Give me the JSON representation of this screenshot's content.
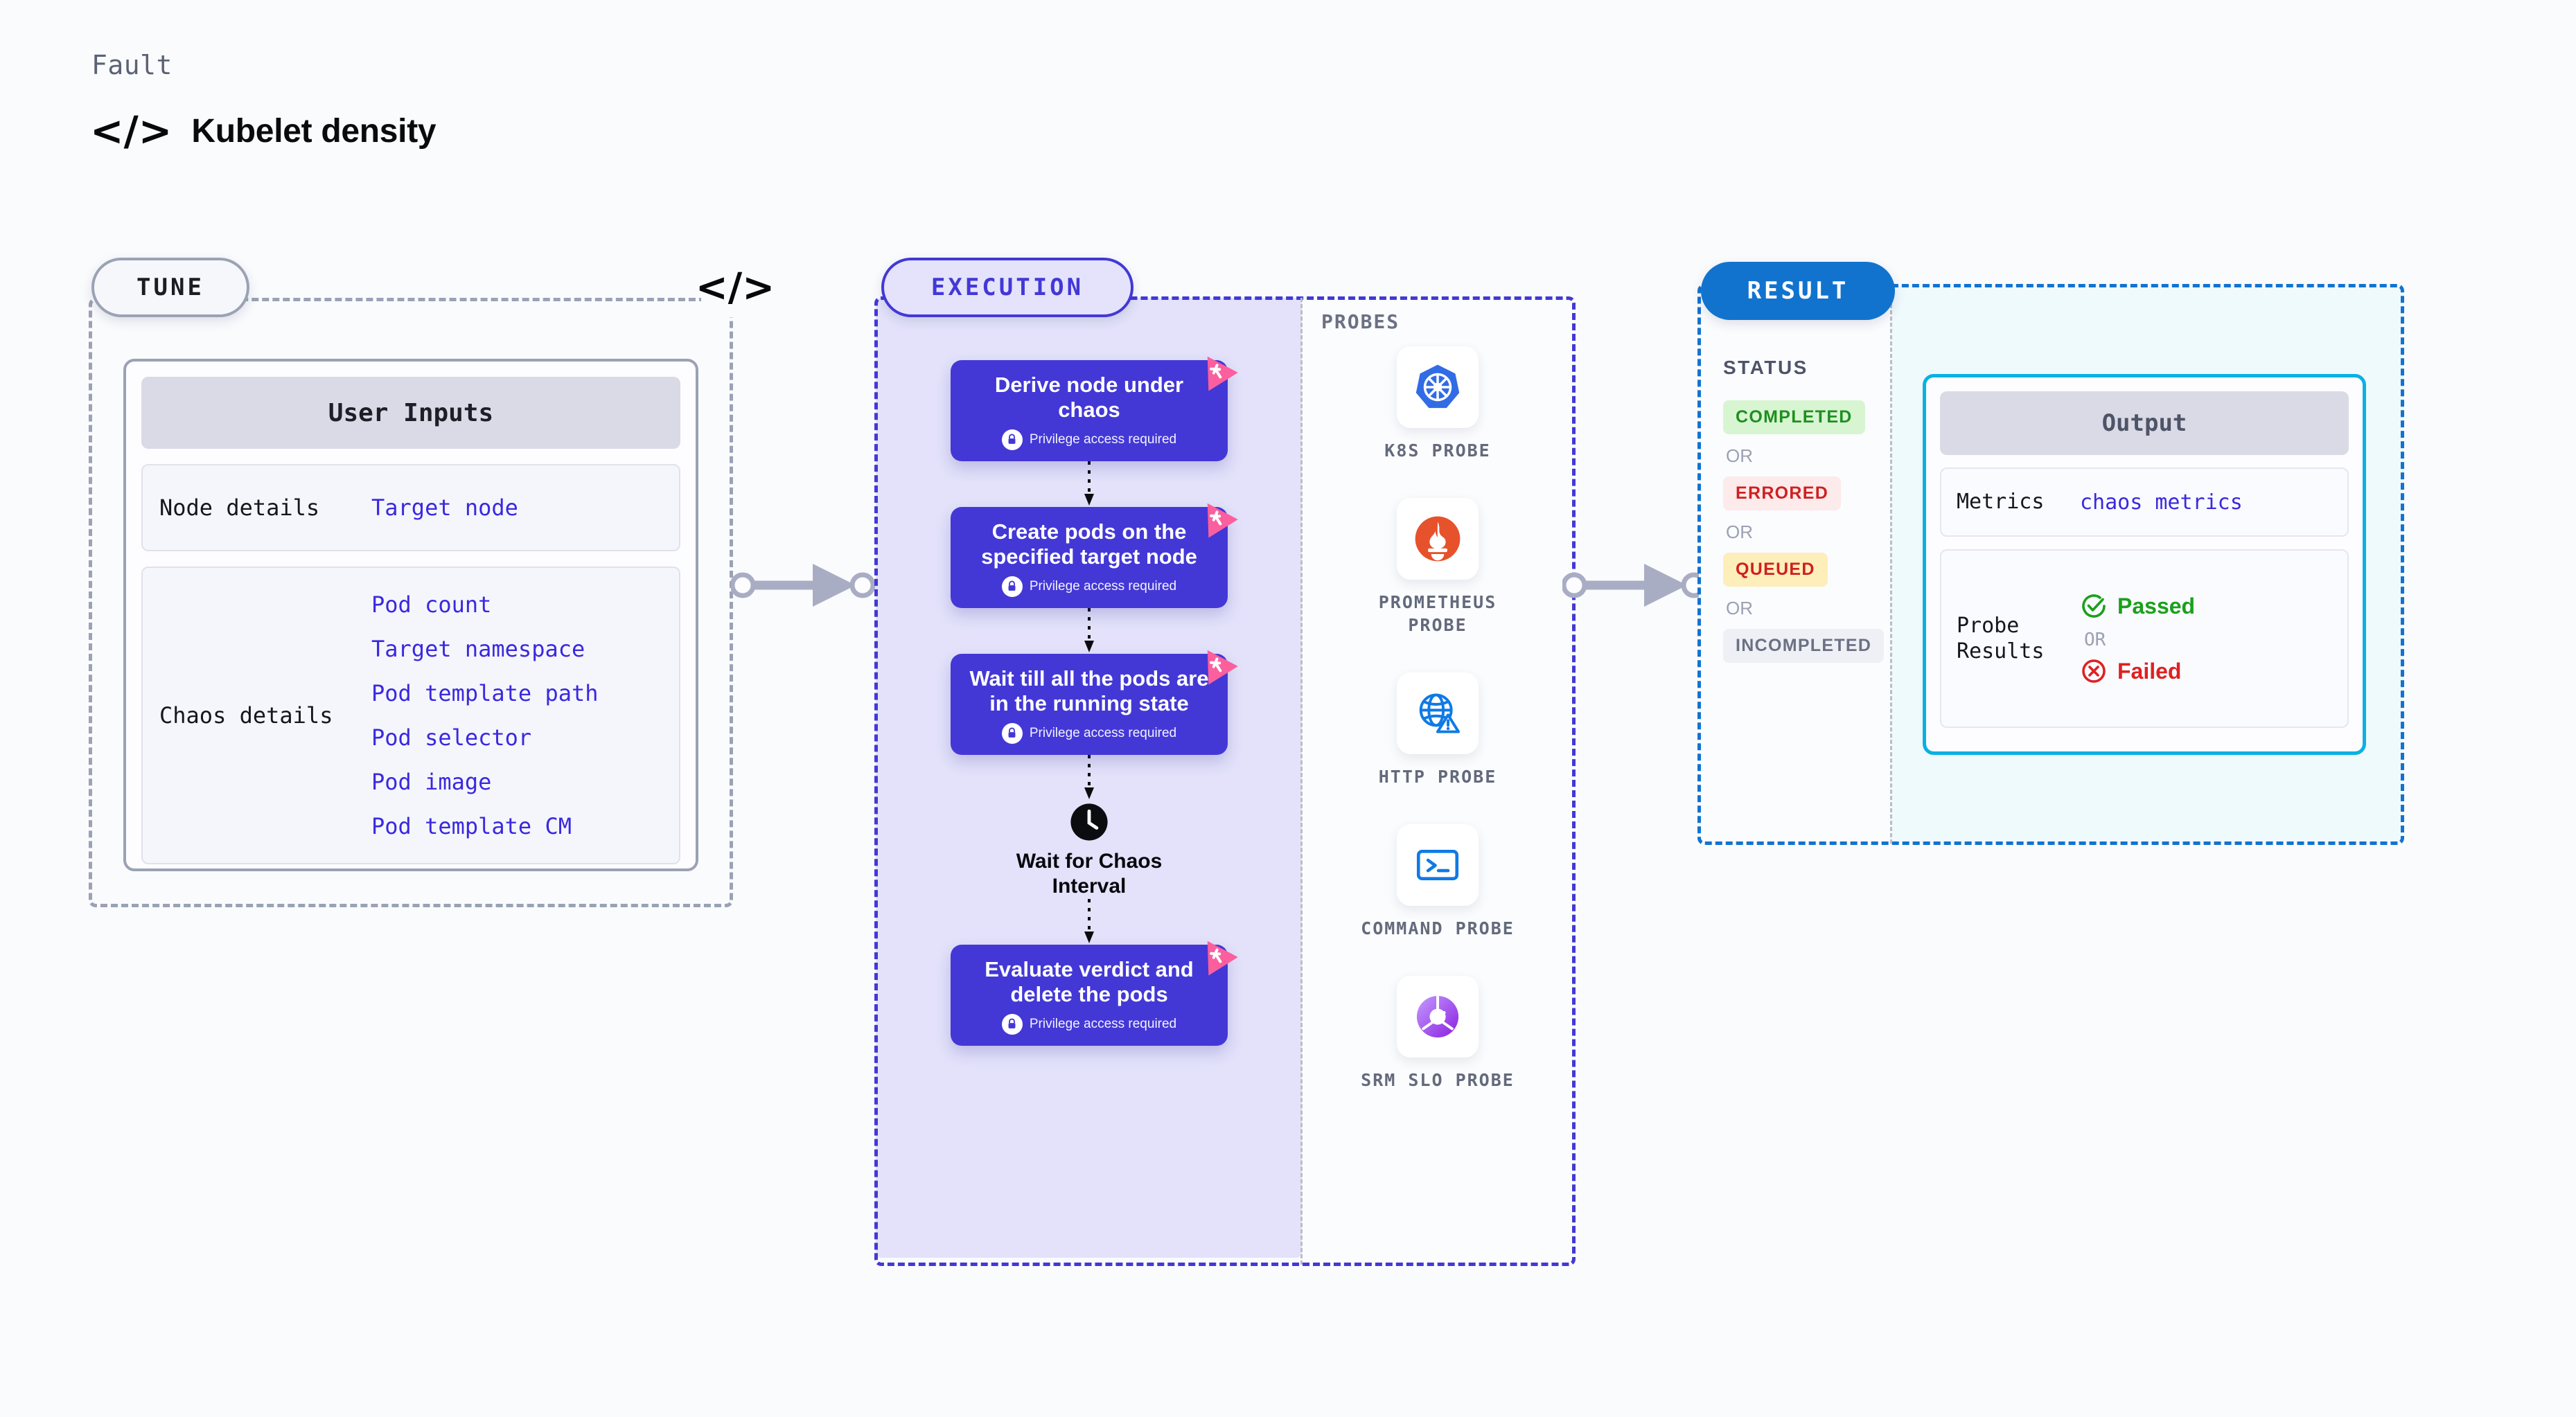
{
  "header": {
    "eyebrow": "Fault",
    "icon": "code-brackets-icon",
    "title": "Kubelet density"
  },
  "colors": {
    "background": "#fafbfd",
    "tune_border": "#9aa2b4",
    "execution_accent": "#4338d6",
    "result_accent": "#1273cf",
    "output_accent": "#09b1e3",
    "link_text": "#3b28e0",
    "badge_pink": "#fb5f9d",
    "passed_green": "#1ba01b",
    "failed_red": "#e02020"
  },
  "tune": {
    "pill_label": "TUNE",
    "corner_icon_label": "</>",
    "card": {
      "title": "User Inputs",
      "groups": [
        {
          "key": "Node details",
          "values": [
            "Target node"
          ]
        },
        {
          "key": "Chaos details",
          "values": [
            "Pod count",
            "Target namespace",
            "Pod template path",
            "Pod selector",
            "Pod image",
            "Pod template CM"
          ]
        }
      ]
    }
  },
  "execution": {
    "pill_label": "EXECUTION",
    "privilege_note": "Privilege access required",
    "steps": [
      {
        "title": "Derive node under chaos",
        "privileged": true,
        "badge": "harness-badge-icon"
      },
      {
        "title": "Create pods on the specified target node",
        "privileged": true,
        "badge": "harness-badge-icon"
      },
      {
        "title": "Wait till all the pods are in the running state",
        "privileged": true,
        "badge": "harness-badge-icon"
      }
    ],
    "wait_node": {
      "icon": "clock-icon",
      "label": "Wait for Chaos Interval"
    },
    "final_step": {
      "title": "Evaluate verdict and delete the pods",
      "privileged": true,
      "badge": "harness-badge-icon"
    },
    "probes": {
      "label": "PROBES",
      "items": [
        {
          "name": "K8S PROBE",
          "icon": "kubernetes-icon"
        },
        {
          "name": "PROMETHEUS PROBE",
          "icon": "prometheus-icon"
        },
        {
          "name": "HTTP PROBE",
          "icon": "http-globe-icon"
        },
        {
          "name": "COMMAND PROBE",
          "icon": "terminal-icon"
        },
        {
          "name": "SRM SLO PROBE",
          "icon": "srm-slo-icon"
        }
      ]
    }
  },
  "result": {
    "pill_label": "RESULT",
    "status_title": "STATUS",
    "or_label": "OR",
    "statuses": [
      {
        "label": "COMPLETED",
        "bg": "#d8f5d2",
        "fg": "#1f8f20"
      },
      {
        "label": "ERRORED",
        "bg": "#fdeaea",
        "fg": "#cf2020"
      },
      {
        "label": "QUEUED",
        "bg": "#fdeeba",
        "fg": "#cf2020"
      },
      {
        "label": "INCOMPLETED",
        "bg": "#eff0f6",
        "fg": "#6b7183"
      }
    ],
    "output": {
      "title": "Output",
      "metrics_key": "Metrics",
      "metrics_value": "chaos metrics",
      "probe_results_key": "Probe Results",
      "verdicts": [
        {
          "label": "Passed",
          "icon": "check-circle-icon",
          "color": "#1ba01b"
        },
        {
          "label": "Failed",
          "icon": "x-circle-icon",
          "color": "#e02020"
        }
      ]
    }
  },
  "connectors": [
    {
      "name": "tune-to-execution"
    },
    {
      "name": "execution-to-result"
    }
  ]
}
